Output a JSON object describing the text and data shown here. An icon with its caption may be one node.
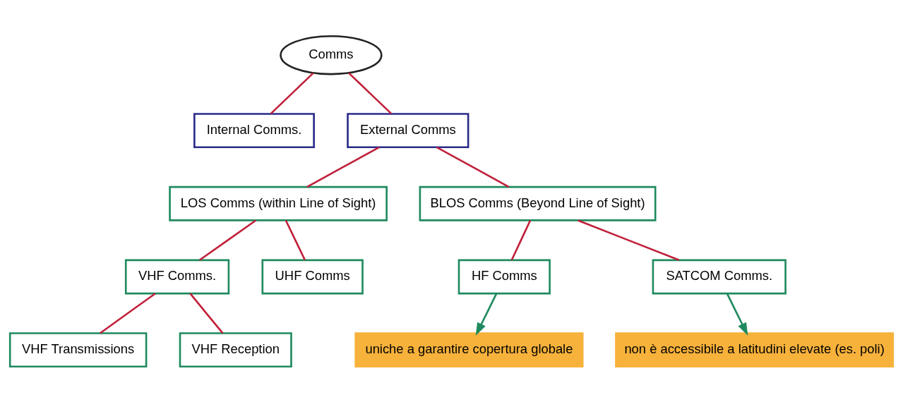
{
  "diagram": {
    "nodes": [
      {
        "text": [
          "Comms"
        ]
      },
      {
        "text": [
          "Internal Comms."
        ]
      },
      {
        "text": [
          "External Comms"
        ]
      },
      {
        "text": [
          "LOS Comms (within Line of Sight)"
        ]
      },
      {
        "text": [
          "BLOS Comms (Beyond Line of Sight)"
        ]
      },
      {
        "text": [
          "VHF Comms."
        ]
      },
      {
        "text": [
          "UHF Comms"
        ]
      },
      {
        "text": [
          "HF Comms"
        ]
      },
      {
        "text": [
          "SATCOM Comms."
        ]
      },
      {
        "text": [
          "VHF Transmissions"
        ]
      },
      {
        "text": [
          "VHF Reception"
        ]
      },
      {
        "text": [
          "uniche a garantire copertura globale"
        ]
      },
      {
        "text": [
          "non è accessibile a latitudini elevate (es. poli)"
        ]
      }
    ],
    "edges": [
      {
        "from": 0,
        "to": 1,
        "arrow": "none"
      },
      {
        "from": 0,
        "to": 2,
        "arrow": "none"
      },
      {
        "from": 2,
        "to": 3,
        "arrow": "none"
      },
      {
        "from": 2,
        "to": 4,
        "arrow": "none"
      },
      {
        "from": 3,
        "to": 5,
        "arrow": "none"
      },
      {
        "from": 3,
        "to": 6,
        "arrow": "none"
      },
      {
        "from": 4,
        "to": 7,
        "arrow": "none"
      },
      {
        "from": 4,
        "to": 8,
        "arrow": "none"
      },
      {
        "from": 5,
        "to": 9,
        "arrow": "none"
      },
      {
        "from": 5,
        "to": 10,
        "arrow": "none"
      },
      {
        "from": 7,
        "to": 11,
        "arrow": "to",
        "color": "#1f8a5e"
      },
      {
        "from": 8,
        "to": 12,
        "arrow": "to",
        "color": "#1f8a5e"
      }
    ]
  }
}
